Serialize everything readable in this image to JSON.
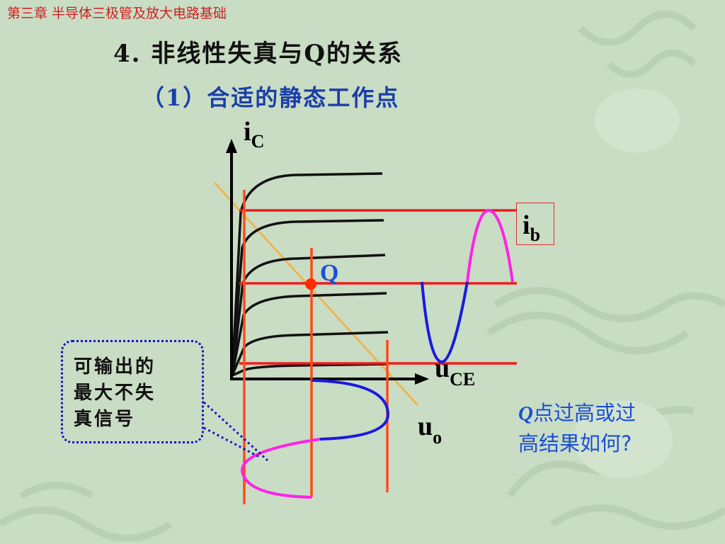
{
  "header": {
    "chapter": "第三章  半导体三极管及放大电路基础"
  },
  "slide": {
    "title": "4. 非线性失真与Q的关系",
    "subtitle": "（1）合适的静态工作点"
  },
  "diagram": {
    "y_axis": {
      "symbol": "i",
      "subscript": "C"
    },
    "x_axis": {
      "symbol": "u",
      "subscript": "CE"
    },
    "q_point_label": "Q",
    "input_signal": {
      "symbol": "i",
      "subscript": "b"
    },
    "output_signal": {
      "symbol": "u",
      "subscript": "o"
    }
  },
  "callout": {
    "lines": [
      "可输出的",
      "最大不失",
      "真信号"
    ]
  },
  "question": {
    "q": "Q",
    "line1_rest": "点过高或过",
    "line2": "高结果如何?"
  },
  "colors": {
    "background": "#c9dcc4",
    "axis": "#000000",
    "characteristic_curves": "#111111",
    "red_lines": "#ee1c1c",
    "orange_vertical": "#ff4a1a",
    "load_line": "#f5b040",
    "q_point": "#ff2a00",
    "waveform_blue": "#1a1ae0",
    "waveform_magenta": "#ff22e6",
    "callout_border": "#1414c8",
    "question_text": "#1b4fd8",
    "chapter_text": "#d02020"
  }
}
